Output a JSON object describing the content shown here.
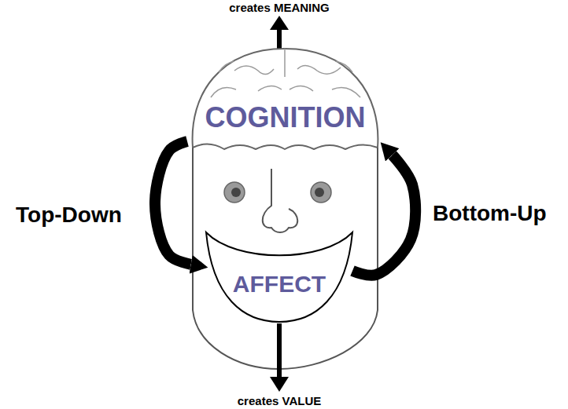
{
  "diagram": {
    "nodes": [
      {
        "text": [
          "COGNITION"
        ]
      },
      {
        "text": [
          "AFFECT"
        ]
      }
    ],
    "edges": [
      {
        "from": 0,
        "to": 1,
        "arrow": "to",
        "label": "Top-Down"
      },
      {
        "from": 1,
        "to": 0,
        "arrow": "to",
        "label": "Bottom-Up"
      }
    ],
    "labels": [
      "creates MEANING",
      "creates VALUE"
    ]
  }
}
